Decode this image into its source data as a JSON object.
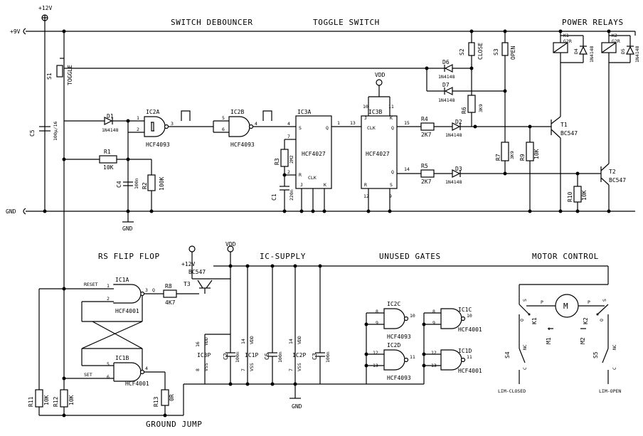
{
  "sections": {
    "debouncer": "SWITCH DEBOUNCER",
    "toggle": "TOGGLE SWITCH",
    "relays": "POWER RELAYS",
    "flipflop": "RS FLIP FLOP",
    "supply": "IC-SUPPLY",
    "unused": "UNUSED GATES",
    "motor": "MOTOR CONTROL",
    "ground_jump": "GROUND JUMP"
  },
  "rails": {
    "plus12": "+12V",
    "plus9": "+9V",
    "gnd": "GND",
    "gnd_sym": "GND",
    "gnd_sym2": "GND",
    "vdd": "VDD",
    "vdd2": "VDD",
    "plus12b": "+12V"
  },
  "components": {
    "s1": "S1",
    "s1_label": "TOGGLE",
    "c5": "C5",
    "c5_val": "100µ/16",
    "d1": "D1",
    "d1_val": "1N4148",
    "r1": "R1",
    "r1_val": "10K",
    "c4": "C4",
    "c4_val": "100n",
    "r2": "R2",
    "r2_val": "100K",
    "ic2a": "IC2A",
    "ic2a_type": "HCF4093",
    "ic2b": "IC2B",
    "ic2b_type": "HCF4093",
    "ic3a": "IC3A",
    "ic3a_type": "HCF4027",
    "ic3b": "IC3B",
    "ic3b_type": "HCF4027",
    "r3": "R3",
    "r3_val": "2M2",
    "c1": "C1",
    "c1_val": "220n",
    "s2": "S2",
    "s2_label": "CLOSE",
    "s3": "S3",
    "s3_label": "OPEN",
    "d6": "D6",
    "d6_val": "1N4148",
    "d7": "D7",
    "d7_val": "1N4148",
    "r6": "R6",
    "r6_val": "3K9",
    "r4": "R4",
    "r4_val": "2K7",
    "d2": "D2",
    "d2_val": "1N4148",
    "r5": "R5",
    "r5_val": "2K7",
    "d3": "D3",
    "d3_val": "1N4148",
    "r7": "R7",
    "r7_val": "3K9",
    "r9": "R9",
    "r9_val": "10K",
    "t1": "T1",
    "t1_val": "BC547",
    "t2": "T2",
    "t2_val": "BC547",
    "r10": "R10",
    "r10_val": "10K",
    "k1": "K1",
    "k1_val": "G2R",
    "k2": "K2",
    "k2_val": "G2R",
    "d4": "D4",
    "d4_val": "1N4148",
    "d5": "D5",
    "d5_val": "1N4148",
    "ic1a": "IC1A",
    "ic1a_type": "HCF4001",
    "ic1b": "IC1B",
    "ic1b_type": "HCF4001",
    "r8": "R8",
    "r8_val": "4K7",
    "t3": "T3",
    "t3_val": "BC547",
    "r11": "R11",
    "r11_val": "10K",
    "r12": "R12",
    "r12_val": "10K",
    "r13": "R13",
    "r13_val": "0R",
    "ic3p": "IC3P",
    "ic1p": "IC1P",
    "ic2p": "IC2P",
    "c2": "C2",
    "c2_val": "100n",
    "c6": "C6",
    "c6_val": "100n",
    "c3": "C3",
    "c3_val": "100n",
    "ic2c": "IC2C",
    "ic2c_type": "HCF4093",
    "ic2d": "IC2D",
    "ic2d_type": "HCF4093",
    "ic1c": "IC1C",
    "ic1c_type": "HCF4001",
    "ic1d": "IC1D",
    "ic1d_type": "HCF4001",
    "motor": "M",
    "m1": "M1",
    "m2": "M2",
    "s4": "S4",
    "s5": "S5",
    "lim_closed": "LIM-CLOSED",
    "lim_open": "LIM-OPEN"
  },
  "pins": {
    "reset": "RESET",
    "set": "SET",
    "clk": "CLK",
    "vdd": "VDD",
    "vss": "VSS",
    "s": "S",
    "r": "R",
    "q": "Q",
    "qn": "Q",
    "j": "J",
    "k": "K",
    "nc": "NC",
    "c": "C",
    "p": "P",
    "o": "O"
  }
}
